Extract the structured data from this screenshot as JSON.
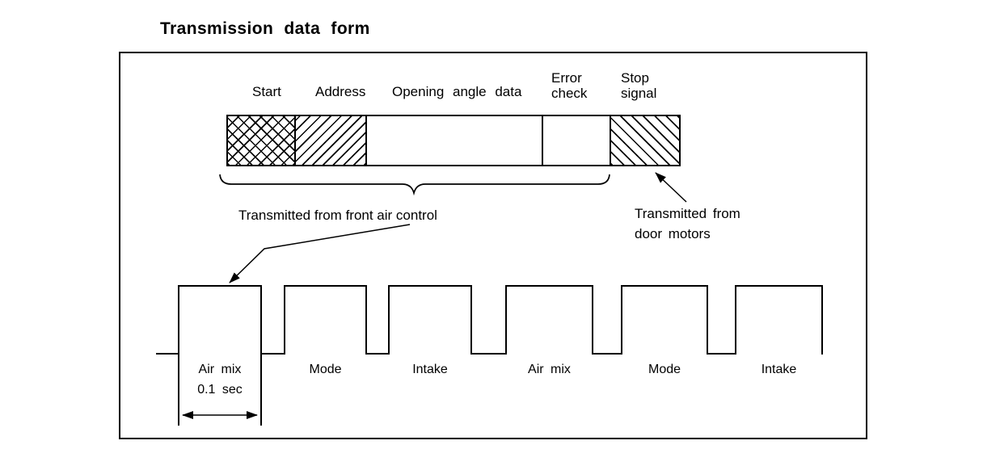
{
  "title": "Transmission data form",
  "frame": {
    "segments": [
      {
        "label": "Start",
        "hatch": "cross-hatch"
      },
      {
        "label": "Address",
        "hatch": "diagonal-forward"
      },
      {
        "label": "Opening angle data",
        "hatch": "none"
      },
      {
        "label": "Error check",
        "hatch": "none"
      },
      {
        "label": "Stop signal",
        "hatch": "diagonal-back"
      }
    ]
  },
  "annotations": {
    "front_air_control": "Transmitted from front air control",
    "door_motors": [
      "Transmitted from",
      "door motors"
    ]
  },
  "waveform": {
    "pulse_labels": [
      "Air mix",
      "Mode",
      "Intake",
      "Air mix",
      "Mode",
      "Intake"
    ],
    "duration_label": "0.1 sec"
  },
  "colors": {
    "ink": "#000000",
    "background": "#ffffff"
  }
}
